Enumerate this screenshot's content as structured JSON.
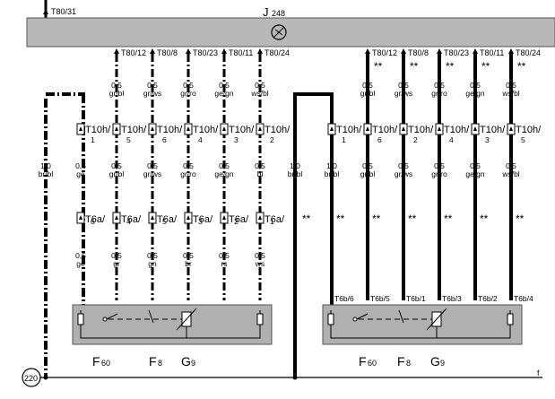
{
  "header": {
    "top_conn": "T80/31",
    "control_unit": "J",
    "control_unit_sub": "248"
  },
  "colors": {
    "bar": "#b8b8b8",
    "box": "#b0b0b0",
    "wire": "#000000"
  },
  "left_group": {
    "top_connectors": [
      "T80/12",
      "T80/8",
      "T80/23",
      "T80/11",
      "T80/24"
    ],
    "top_sizes": [
      "0,5",
      "0,5",
      "0,5",
      "0,5",
      "0,5"
    ],
    "top_colors": [
      "gr/bl",
      "gr/ws",
      "gr/ro",
      "ge/gn",
      "ws/bl"
    ],
    "t10_main": [
      "T10h/",
      "T10h/",
      "T10h/",
      "T10h/",
      "T10h/",
      "T10h/"
    ],
    "t10_sub": [
      "1",
      "5",
      "6",
      "4",
      "3",
      "2"
    ],
    "mid_sizes": [
      "1,0",
      "0,5",
      "0,5",
      "0,5",
      "0,5",
      "0,5",
      "0,5"
    ],
    "mid_colors": [
      "br/bl",
      "ge",
      "gr/bl",
      "gr/ws",
      "gr/ro",
      "ge/gn",
      "bl"
    ],
    "t6_main": [
      "T6a/",
      "T6a/",
      "T6a/",
      "T6a/",
      "T6a/",
      "T6a/"
    ],
    "t6_sub": [
      "6",
      "4",
      "5",
      "3",
      "2",
      "1"
    ],
    "low_sizes": [
      "0,5",
      "0,5",
      "0,5",
      "0,5",
      "0,5",
      "0,5"
    ],
    "low_colors": [
      "ge",
      "gr",
      "gn",
      "br",
      "rs",
      "ws"
    ]
  },
  "right_group": {
    "top_connectors": [
      "T80/12",
      "T80/8",
      "T80/23",
      "T80/11",
      "T80/24"
    ],
    "stars": "**",
    "top_sizes": [
      "0,5",
      "0,5",
      "0,5",
      "0,5",
      "0,5"
    ],
    "top_colors": [
      "gr/bl",
      "gr/ws",
      "gr/ro",
      "ge/gn",
      "ws/bl"
    ],
    "t10_main": [
      "T10h/",
      "T10h/",
      "T10h/",
      "T10h/",
      "T10h/",
      "T10h/"
    ],
    "t10_sub": [
      "1",
      "6",
      "2",
      "4",
      "3",
      "5"
    ],
    "left_size": "1,0",
    "left_color": "br/bl",
    "mid_sizes": [
      "1,0",
      "0,5",
      "0,5",
      "0,5",
      "0,5",
      "0,5"
    ],
    "mid_colors": [
      "br/bl",
      "gr/bl",
      "gr/ws",
      "gr/ro",
      "ge/gn",
      "ws/bl"
    ],
    "t6_labels": [
      "T6b/6",
      "T6b/5",
      "T6b/1",
      "T6b/3",
      "T6b/2",
      "T6b/4"
    ]
  },
  "components": {
    "f60_main": "F",
    "f60_sub": "60",
    "f8_main": "F",
    "f8_sub": "8",
    "g9_main": "G",
    "g9_sub": "9"
  },
  "ground": {
    "ref": "220",
    "end": "f"
  }
}
